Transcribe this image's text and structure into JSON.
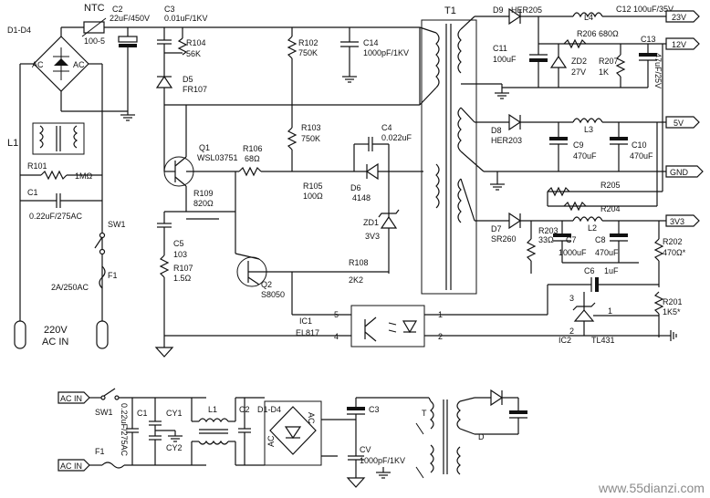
{
  "labels": {
    "bridge": "D1-D4",
    "bridge_ac_left": "AC",
    "bridge_ac_right": "AC",
    "ntc": "NTC",
    "ntc_val": "100-5",
    "c2": "C2",
    "c2_val": "22uF/450V",
    "c3": "C3",
    "c3_val": "0.01uF/1KV",
    "r104": "R104",
    "r104_val": "56K",
    "d5": "D5",
    "d5_val": "FR107",
    "r102": "R102",
    "r102_val": "750K",
    "c14": "C14",
    "c14_val": "1000pF/1KV",
    "t1": "T1",
    "l1": "L1",
    "r101": "R101",
    "r101_val": "1MΩ",
    "c1": "C1",
    "c1_val": "0.22uF/275AC",
    "sw1": "SW1",
    "f1": "F1",
    "f1_val": "2A/250AC",
    "ac_in_v": "220V",
    "ac_in": "AC IN",
    "q1": "Q1",
    "q1_val": "WSL03751",
    "r106": "R106",
    "r106_val": "68Ω",
    "r103": "R103",
    "r103_val": "750K",
    "c4": "C4",
    "c4_val": "0.022uF",
    "r109": "R109",
    "r109_val": "820Ω",
    "r105": "R105",
    "r105_val": "100Ω",
    "d6": "D6",
    "d6_val": "4148",
    "zd1": "ZD1",
    "zd1_val": "3V3",
    "c5": "C5",
    "c5_val": "103",
    "r107": "R107",
    "r107_val": "1.5Ω",
    "q2": "Q2",
    "q2_val": "S8050",
    "r108": "R108",
    "r108_val": "2K2",
    "ic1": "IC1",
    "ic1_val": "EL817",
    "pin5": "5",
    "pin4": "4",
    "pin1": "1",
    "pin2": "2",
    "d9": "D9",
    "d9_val": "HER205",
    "l4": "L4",
    "c12": "C12",
    "c12_val": "100uF/35V",
    "out_23v": "23V",
    "out_12v": "12V",
    "out_5v": "5V",
    "out_gnd": "GND",
    "out_3v3": "3V3",
    "c11": "C11",
    "c11_val": "100uF",
    "r206": "R206",
    "r206_val": "680Ω",
    "c13": "C13",
    "c13_val": "47uF/25V",
    "zd2": "ZD2",
    "zd2_val": "27V",
    "r207": "R207",
    "r207_val": "1K",
    "d8": "D8",
    "d8_val": "HER203",
    "l3": "L3",
    "c9": "C9",
    "c9_val": "470uF",
    "c10": "C10",
    "c10_val": "470uF",
    "r205": "R205",
    "r204": "R204",
    "d7": "D7",
    "d7_val": "SR260",
    "r203": "R203",
    "r203_val": "33Ω",
    "l2": "L2",
    "c7": "C7",
    "c7_val": "1000uF",
    "c8": "C8",
    "c8_val": "470uF",
    "r202": "R202",
    "r202_val": "470Ω*",
    "c6": "C6",
    "c6_val": "1uF",
    "r201": "R201",
    "r201_val": "1K5*",
    "ic2": "IC2",
    "ic2_val": "TL431",
    "ic2_pin3": "3",
    "ic2_pin1": "1",
    "ic2_pin2": "2",
    "b_acin1": "AC IN",
    "b_acin2": "AC IN",
    "b_sw1": "SW1",
    "b_f1": "F1",
    "b_c1_val": "0.22uF/275AC",
    "b_c1": "C1",
    "b_cy1": "CY1",
    "b_cy2": "CY2",
    "b_l1": "L1",
    "b_c2": "C2",
    "b_bridge": "D1-D4",
    "b_ac1": "AC",
    "b_ac2": "AC",
    "b_c3": "C3",
    "b_cv": "CV",
    "b_cv_val": "1000pF/1KV",
    "b_t": "T",
    "b_d": "D",
    "watermark": "www.55dianzi.com"
  }
}
